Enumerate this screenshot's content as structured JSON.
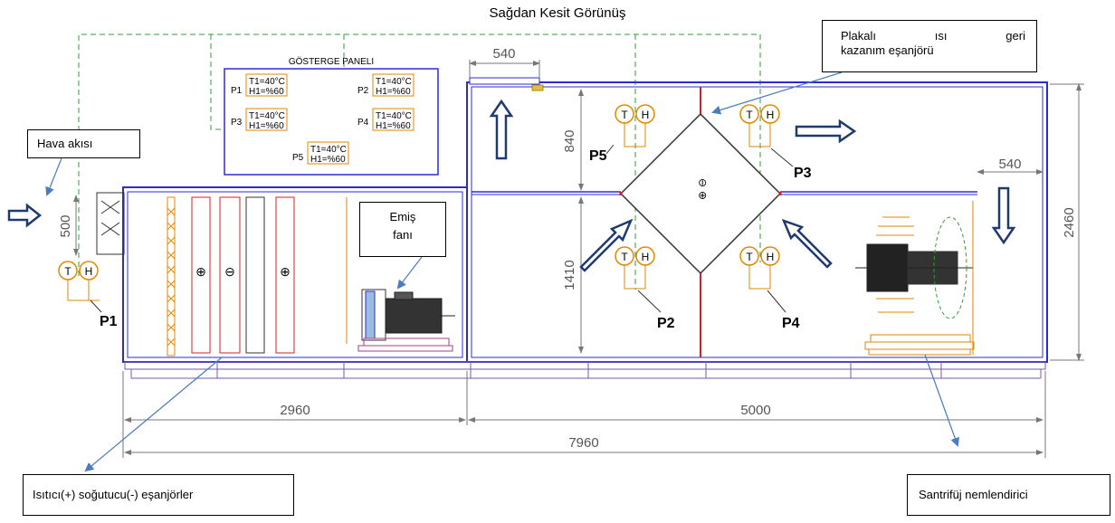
{
  "title": "Sağdan Kesit Görünüş",
  "callouts": {
    "air_flow": "Hava akısı",
    "suction_fan_l1": "Emiş",
    "suction_fan_l2": "fanı",
    "heat_recovery_l1a": "Plakalı",
    "heat_recovery_l1b": "ısı",
    "heat_recovery_l1c": "geri",
    "heat_recovery_l2": "kazanım eşanjörü",
    "heater_cooler": "Isıtıcı(+) soğutucu(-) eşanjörler",
    "humidifier": "Santrifüj nemlendirici"
  },
  "panel": {
    "title": "GÖSTERGE PANELI",
    "readouts": [
      {
        "id": "P1",
        "t": "T1=40°C",
        "h": "H1=%60"
      },
      {
        "id": "P2",
        "t": "T1=40°C",
        "h": "H1=%60"
      },
      {
        "id": "P3",
        "t": "T1=40°C",
        "h": "H1=%60"
      },
      {
        "id": "P4",
        "t": "T1=40°C",
        "h": "H1=%60"
      },
      {
        "id": "P5",
        "t": "T1=40°C",
        "h": "H1=%60"
      }
    ]
  },
  "sensors": {
    "t_label": "T",
    "h_label": "H",
    "points": [
      "P1",
      "P2",
      "P3",
      "P4",
      "P5"
    ]
  },
  "dimensions": {
    "top_vent_left": "540",
    "top_vent_right": "540",
    "upper_height": "840",
    "lower_height": "1410",
    "inlet_height": "500",
    "total_height": "2460",
    "left_section": "2960",
    "right_section": "5000",
    "total_length": "7960"
  },
  "coil_symbols": {
    "plus": "⊕",
    "minus": "⊖"
  },
  "colors": {
    "casing": "#2b2bd6",
    "arrow_fill": "#ffffff",
    "arrow_stroke": "#1f3a6e",
    "sensor": "#e08a00",
    "control_wire": "#2ca02c",
    "dimension": "#777777",
    "coil_red": "#d62020",
    "filter_orange": "#e08a00",
    "leader": "#4a7cc0"
  }
}
